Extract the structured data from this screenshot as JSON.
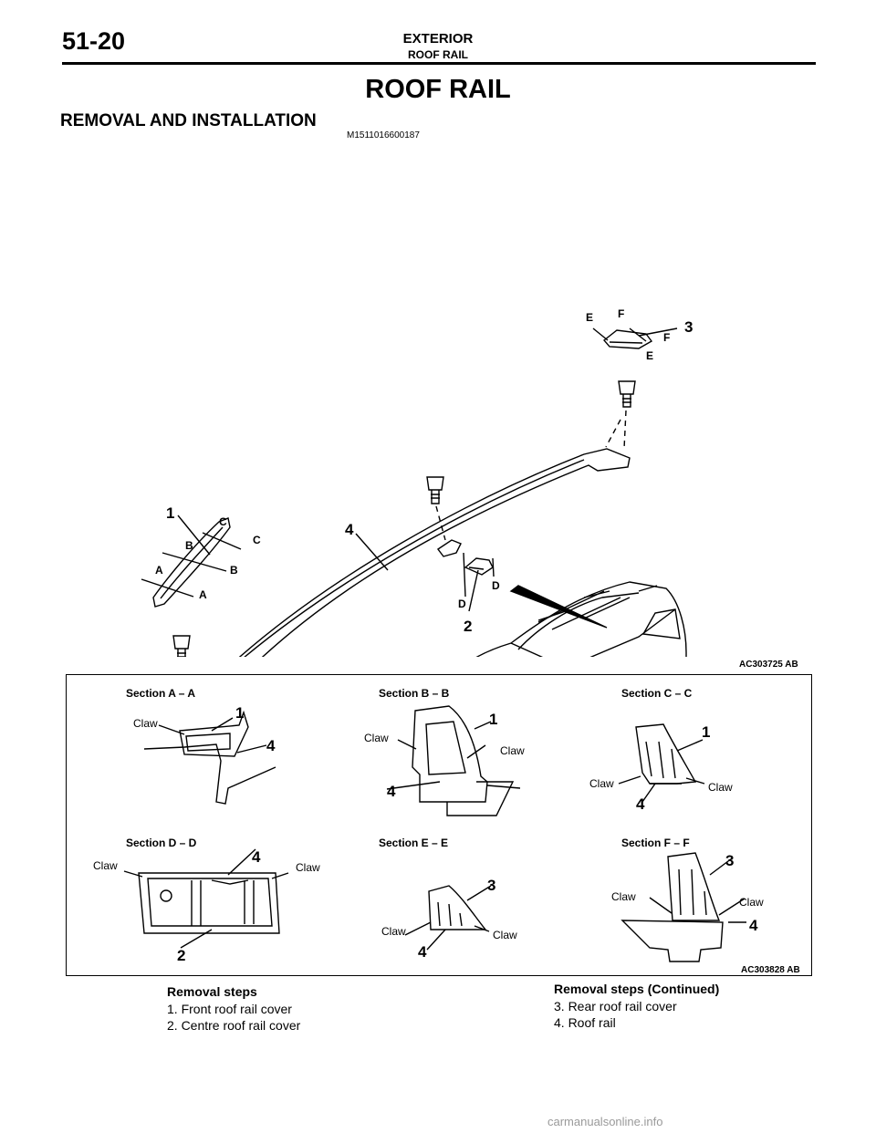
{
  "header": {
    "page_number": "51-20",
    "section": "EXTERIOR",
    "subsection": "ROOF RAIL"
  },
  "title": "ROOF RAIL",
  "subtitle": "REMOVAL AND INSTALLATION",
  "doc_code": "M1511016600187",
  "figure1": {
    "code": "AC303725 AB",
    "callouts": [
      "1",
      "2",
      "3",
      "4"
    ],
    "section_letters": [
      "A",
      "B",
      "C",
      "D",
      "E",
      "F"
    ]
  },
  "figure2": {
    "code": "AC303828 AB",
    "claw_label": "Claw",
    "sections": [
      {
        "title": "Section A – A",
        "parts": [
          "1",
          "4"
        ]
      },
      {
        "title": "Section B – B",
        "parts": [
          "1",
          "4"
        ]
      },
      {
        "title": "Section C – C",
        "parts": [
          "1",
          "4"
        ]
      },
      {
        "title": "Section D – D",
        "parts": [
          "4",
          "2"
        ]
      },
      {
        "title": "Section E – E",
        "parts": [
          "3",
          "4"
        ]
      },
      {
        "title": "Section F – F",
        "parts": [
          "3",
          "4"
        ]
      }
    ]
  },
  "removal_steps": {
    "heading": "Removal steps",
    "heading_continued": "Removal steps (Continued)",
    "steps": [
      "1.  Front roof rail cover",
      "2.  Centre roof rail cover",
      "3.  Rear roof rail cover",
      "4.  Roof rail"
    ]
  },
  "watermark": "carmanualsonline.info"
}
